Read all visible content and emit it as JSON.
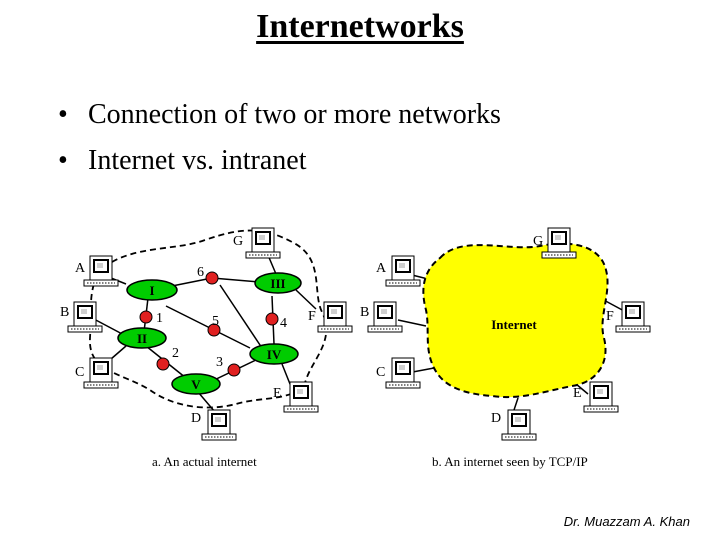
{
  "title": "Internetworks",
  "bullets": [
    "Connection of two or more networks",
    "Internet vs. intranet"
  ],
  "diagram_a": {
    "caption": "a. An actual internet",
    "hosts": [
      "A",
      "B",
      "C",
      "D",
      "E",
      "F",
      "G"
    ],
    "networks": [
      "I",
      "II",
      "III",
      "IV",
      "V"
    ],
    "routers": [
      "1",
      "2",
      "3",
      "4",
      "5",
      "6"
    ]
  },
  "diagram_b": {
    "caption": "b. An internet seen by TCP/IP",
    "cloud_label": "Internet",
    "hosts": [
      "A",
      "B",
      "C",
      "D",
      "E",
      "F",
      "G"
    ]
  },
  "colors": {
    "network": "#00cc00",
    "router": "#e02020",
    "cloud": "#ffff00"
  },
  "author": "Dr. Muazzam A. Khan"
}
